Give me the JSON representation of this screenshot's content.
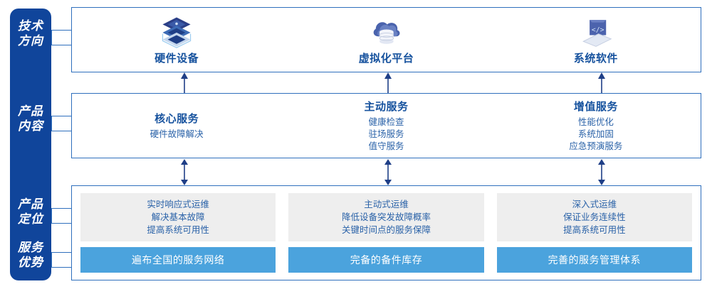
{
  "rail": {
    "labels": [
      {
        "id": "tech-direction",
        "text": "技术\n方向"
      },
      {
        "id": "product-content",
        "text": "产品\n内容"
      },
      {
        "id": "product-position",
        "text": "产品\n定位"
      },
      {
        "id": "service-advantage",
        "text": "服务\n优势"
      }
    ]
  },
  "tech": {
    "columns": [
      {
        "icon": "server-stack-icon",
        "label": "硬件设备"
      },
      {
        "icon": "cloud-database-icon",
        "label": "虚拟化平台"
      },
      {
        "icon": "laptop-code-icon",
        "label": "系统软件"
      }
    ]
  },
  "product": {
    "columns": [
      {
        "title": "核心服务",
        "items": [
          "硬件故障解决"
        ]
      },
      {
        "title": "主动服务",
        "items": [
          "健康检查",
          "驻场服务",
          "值守服务"
        ]
      },
      {
        "title": "增值服务",
        "items": [
          "性能优化",
          "系统加固",
          "应急预演服务"
        ]
      }
    ]
  },
  "bottom": {
    "columns": [
      {
        "lines": [
          "实时响应式运维",
          "解决基本故障",
          "提高系统可用性"
        ],
        "bar": "遍布全国的服务网络"
      },
      {
        "lines": [
          "主动式运维",
          "降低设备突发故障概率",
          "关键时间点的服务保障"
        ],
        "bar": "完备的备件库存"
      },
      {
        "lines": [
          "深入式运维",
          "保证业务连续性",
          "提高系统可用性"
        ],
        "bar": "完善的服务管理体系"
      }
    ]
  },
  "colors": {
    "rail_blue": "#10459b",
    "border_blue": "#2f6fbd",
    "title_blue": "#16529e",
    "text_blue": "#2a62a8",
    "bar_blue": "#4ba3dd",
    "card_gray": "#eeeeee",
    "arrow_navy": "#1f3f87"
  }
}
